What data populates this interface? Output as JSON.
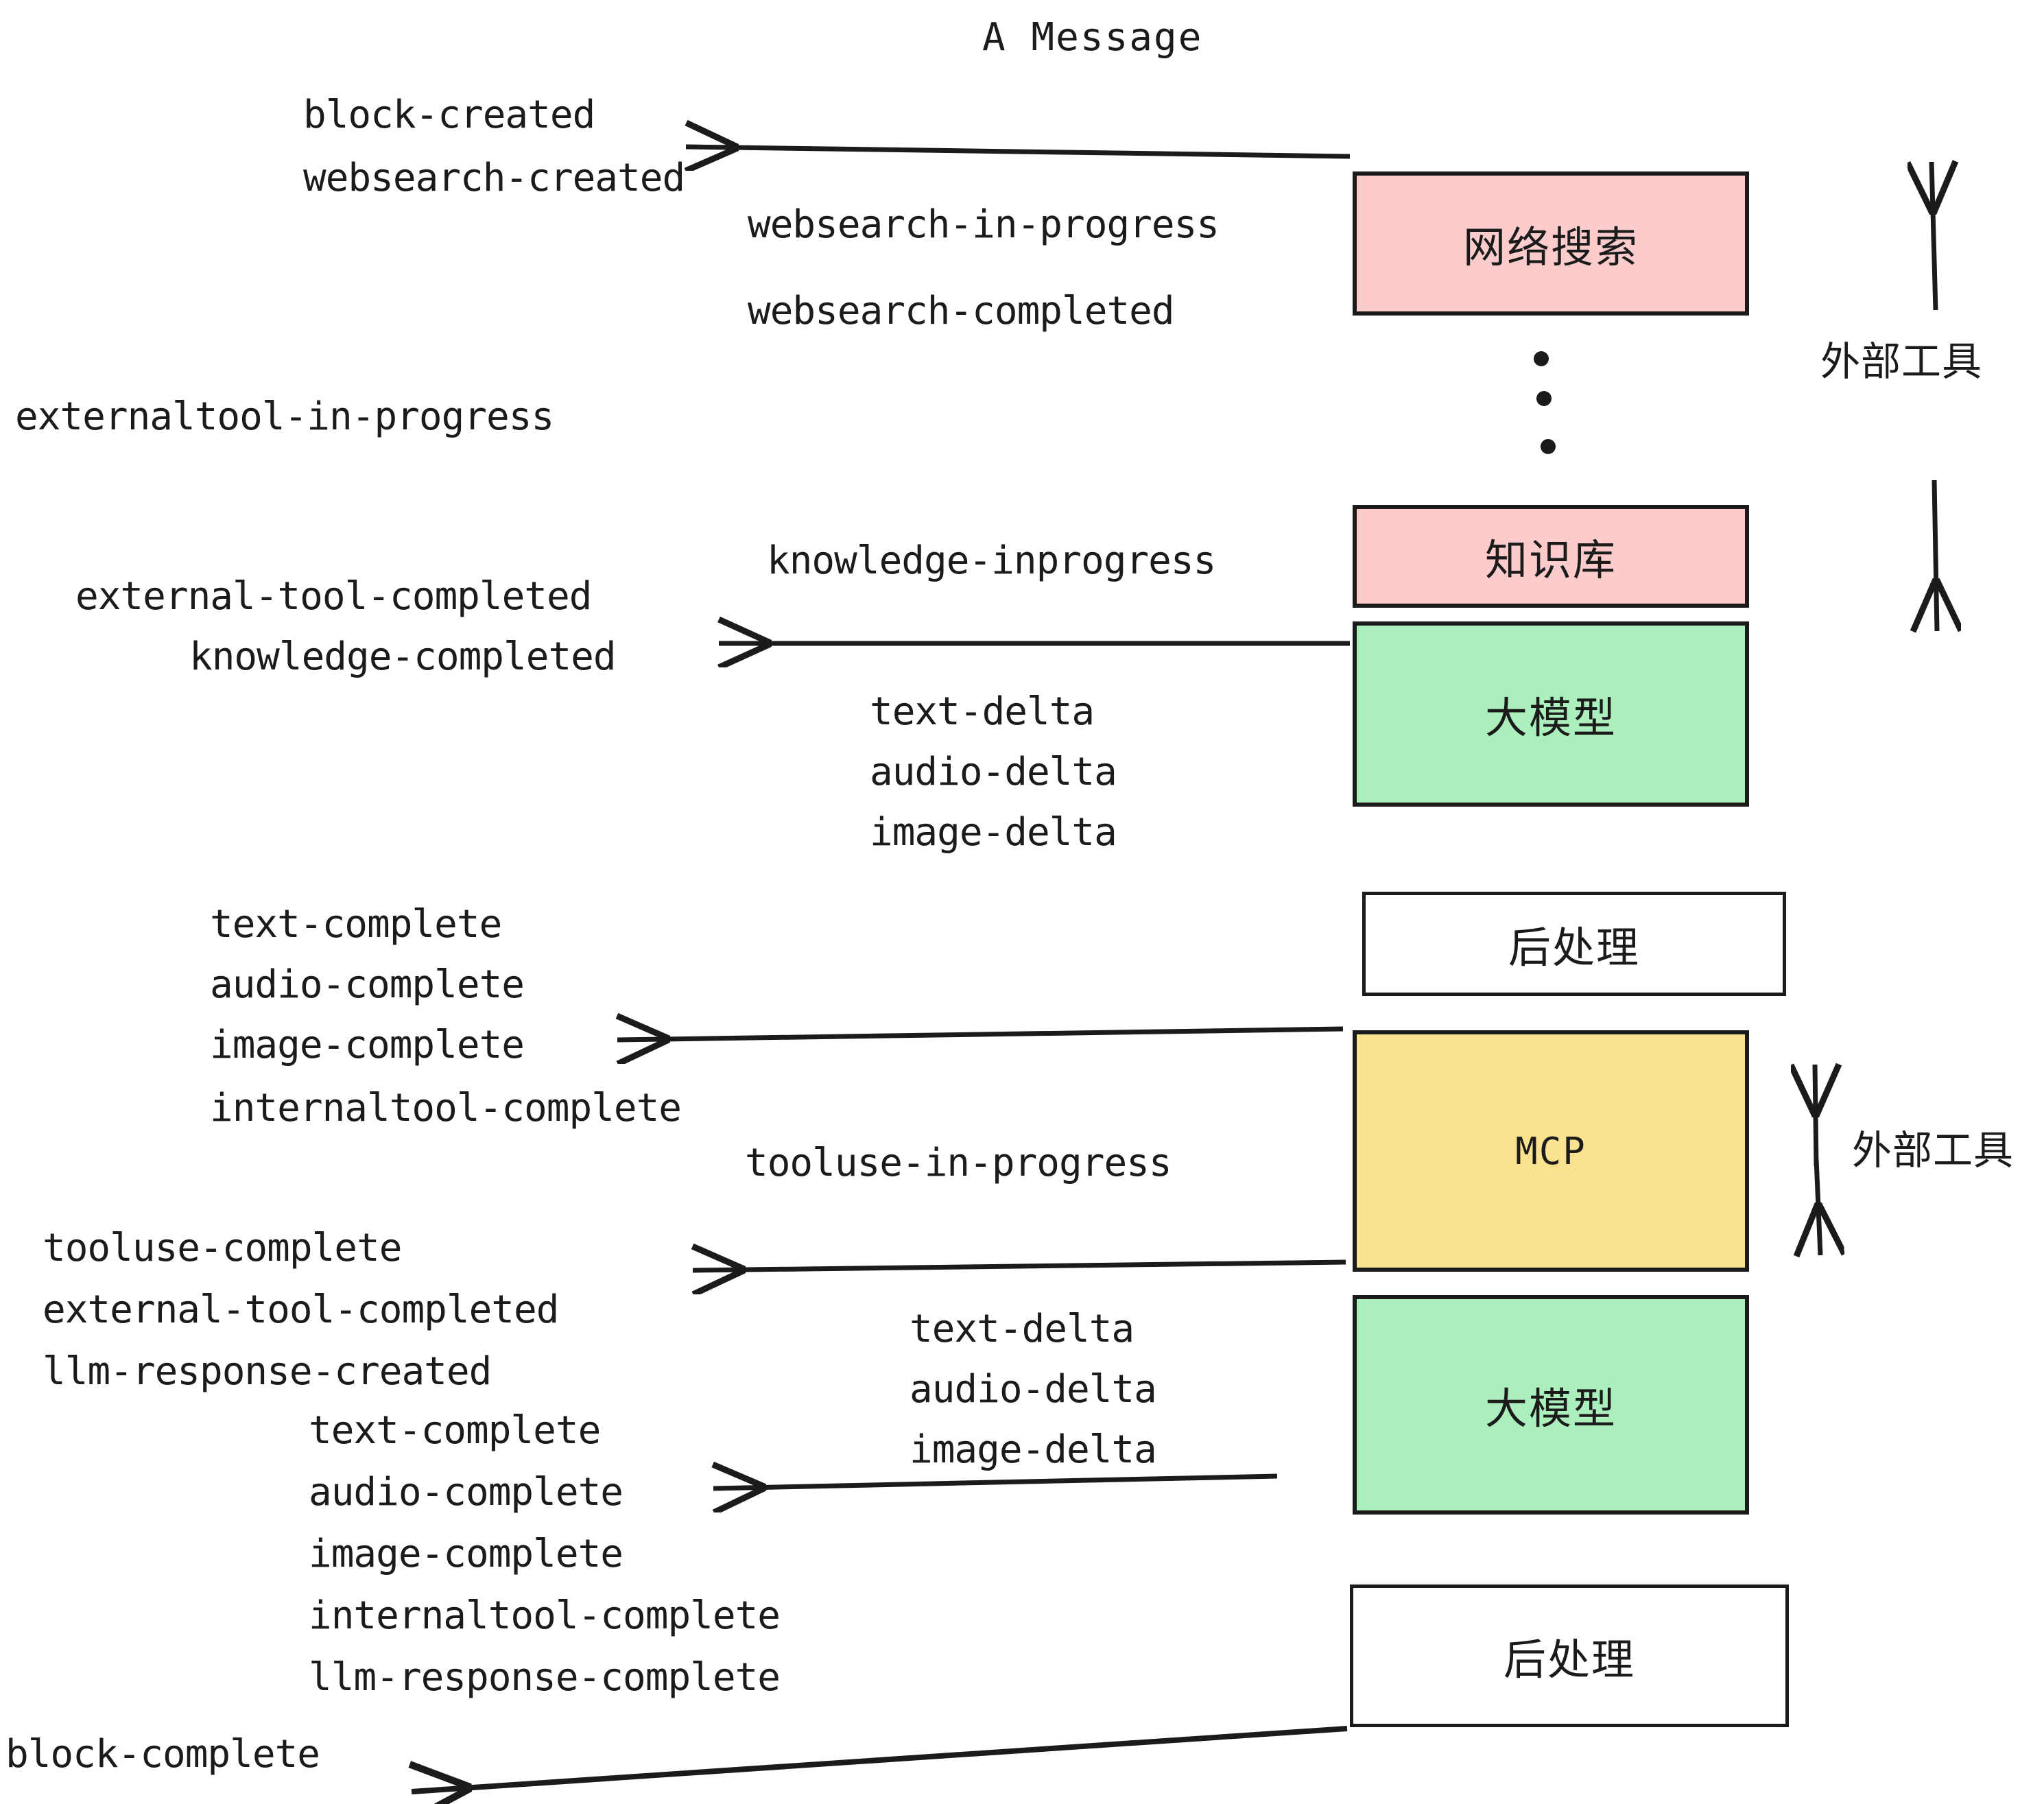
{
  "title": "A Message",
  "events": {
    "block_created": "block-created",
    "websearch_created": "websearch-created",
    "websearch_in_progress": "websearch-in-progress",
    "websearch_completed": "websearch-completed",
    "externaltool_in_progress": "externaltool-in-progress",
    "knowledge_inprogress": "knowledge-inprogress",
    "external_tool_completed_1": "external-tool-completed",
    "knowledge_completed": "knowledge-completed",
    "text_delta_1": "text-delta",
    "audio_delta_1": "audio-delta",
    "image_delta_1": "image-delta",
    "text_complete_1": "text-complete",
    "audio_complete_1": "audio-complete",
    "image_complete_1": "image-complete",
    "internaltool_complete_1": "internaltool-complete",
    "tooluse_in_progress": "tooluse-in-progress",
    "tooluse_complete": "tooluse-complete",
    "external_tool_completed_2": "external-tool-completed",
    "llm_response_created": "llm-response-created",
    "text_delta_2": "text-delta",
    "audio_delta_2": "audio-delta",
    "image_delta_2": "image-delta",
    "text_complete_2": "text-complete",
    "audio_complete_2": "audio-complete",
    "image_complete_2": "image-complete",
    "internaltool_complete_2": "internaltool-complete",
    "llm_response_complete": "llm-response-complete",
    "block_complete": "block-complete"
  },
  "nodes": {
    "websearch": {
      "label": "网络搜索",
      "color": "#fccccc"
    },
    "knowledge": {
      "label": "知识库",
      "color": "#fccccc"
    },
    "llm_1": {
      "label": "大模型",
      "color": "#abefbd"
    },
    "postprocess_1": {
      "label": "后处理",
      "color": "#ffffff"
    },
    "mcp": {
      "label": "MCP",
      "color": "#fbe28e"
    },
    "llm_2": {
      "label": "大模型",
      "color": "#abefbd"
    },
    "postprocess_2": {
      "label": "后处理",
      "color": "#ffffff"
    }
  },
  "side_labels": {
    "external_tools_top": "外部工具",
    "external_tools_bottom": "外部工具"
  },
  "colors": {
    "stroke": "#1b1b1b",
    "pink": "#fccccc",
    "green": "#abefbd",
    "yellow": "#fbe28e",
    "white": "#ffffff"
  }
}
